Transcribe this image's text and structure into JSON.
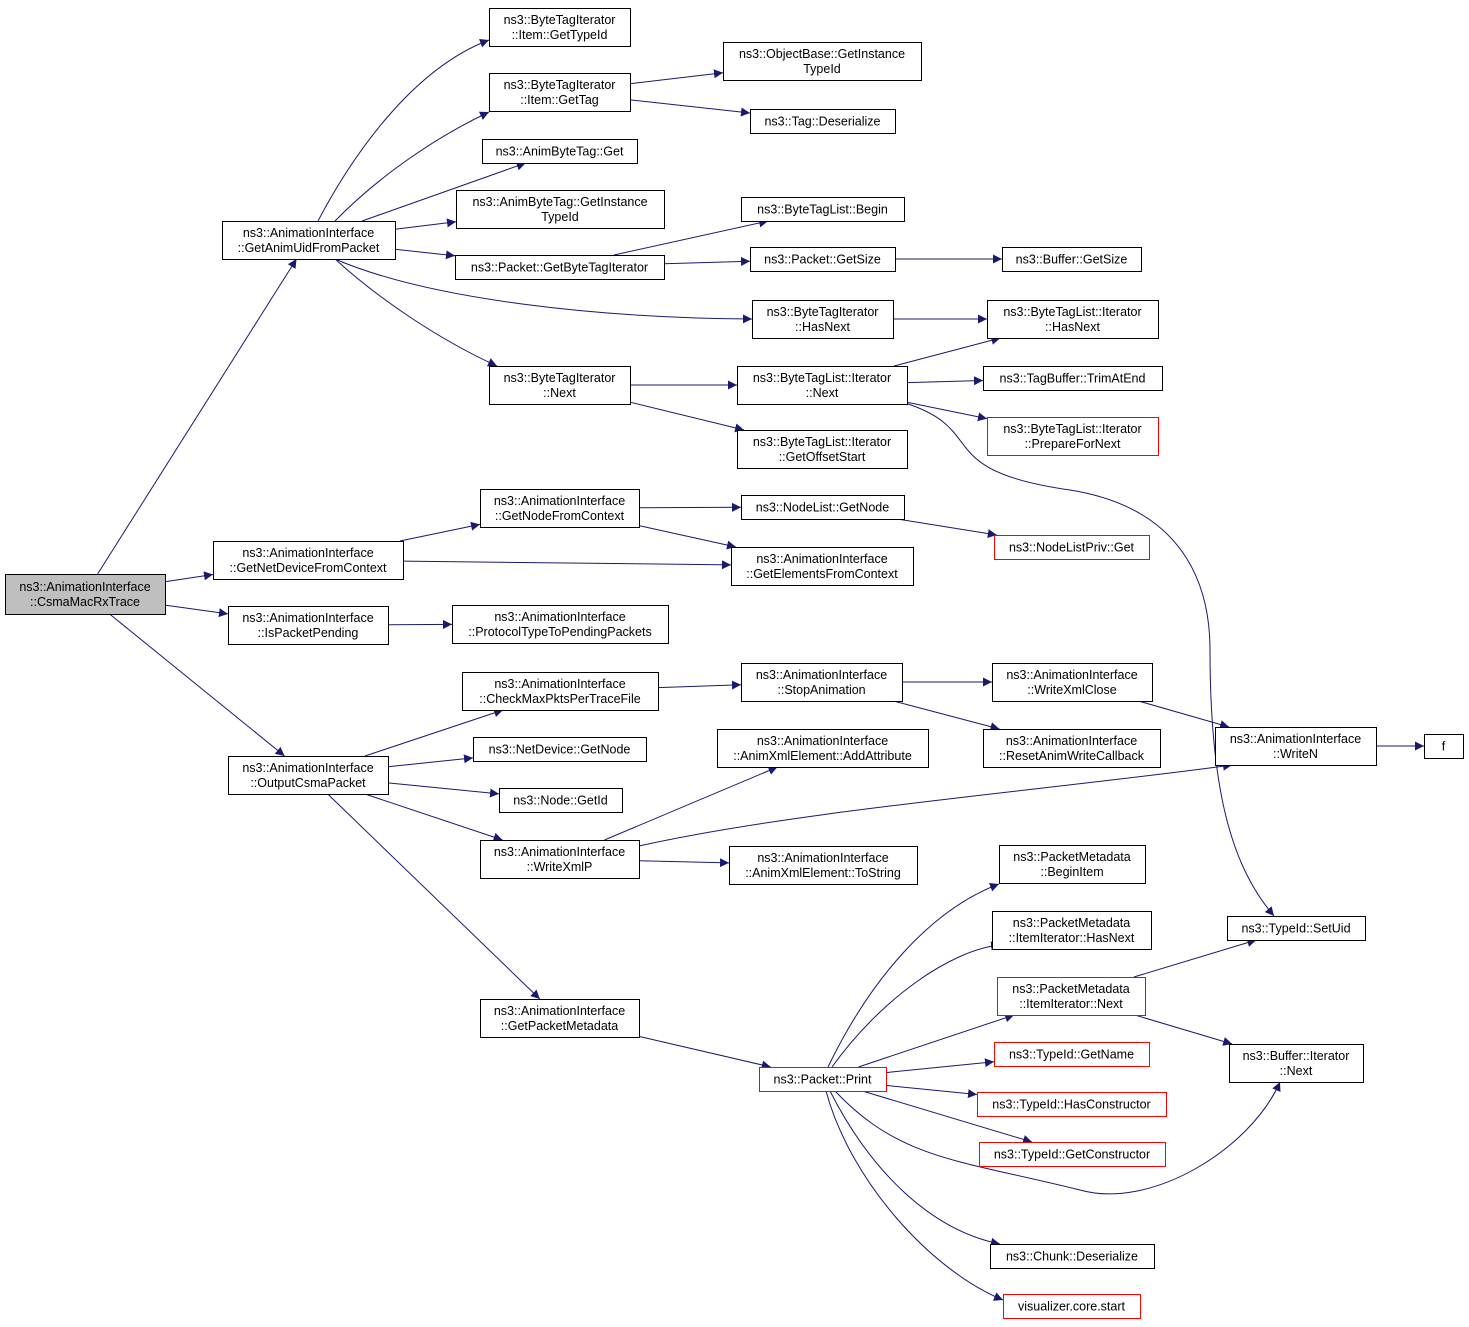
{
  "graph": {
    "edge_color": "#191970",
    "root_fill": "#bfbfbf",
    "truncated_border_color": "#ff0000",
    "nodes": [
      {
        "id": "root",
        "lines": [
          "ns3::AnimationInterface",
          "::CsmaMacRxTrace"
        ],
        "root": true
      },
      {
        "id": "getAnimUid",
        "lines": [
          "ns3::AnimationInterface",
          "::GetAnimUidFromPacket"
        ]
      },
      {
        "id": "getNetDevCtx",
        "lines": [
          "ns3::AnimationInterface",
          "::GetNetDeviceFromContext"
        ]
      },
      {
        "id": "isPending",
        "lines": [
          "ns3::AnimationInterface",
          "::IsPacketPending"
        ]
      },
      {
        "id": "outCsma",
        "lines": [
          "ns3::AnimationInterface",
          "::OutputCsmaPacket"
        ]
      },
      {
        "id": "btiGetTypeId",
        "lines": [
          "ns3::ByteTagIterator",
          "::Item::GetTypeId"
        ]
      },
      {
        "id": "btiGetTag",
        "lines": [
          "ns3::ByteTagIterator",
          "::Item::GetTag"
        ]
      },
      {
        "id": "abtGet",
        "lines": [
          "ns3::AnimByteTag::Get"
        ]
      },
      {
        "id": "abtGetInst",
        "lines": [
          "ns3::AnimByteTag::GetInstance",
          "TypeId"
        ]
      },
      {
        "id": "pktGetBTI",
        "lines": [
          "ns3::Packet::GetByteTagIterator"
        ]
      },
      {
        "id": "btiHasNext",
        "lines": [
          "ns3::ByteTagIterator",
          "::HasNext"
        ]
      },
      {
        "id": "btiNext",
        "lines": [
          "ns3::ByteTagIterator",
          "::Next"
        ]
      },
      {
        "id": "objGetInst",
        "lines": [
          "ns3::ObjectBase::GetInstance",
          "TypeId"
        ]
      },
      {
        "id": "tagDeser",
        "lines": [
          "ns3::Tag::Deserialize"
        ]
      },
      {
        "id": "btlBegin",
        "lines": [
          "ns3::ByteTagList::Begin"
        ]
      },
      {
        "id": "pktGetSize",
        "lines": [
          "ns3::Packet::GetSize"
        ]
      },
      {
        "id": "bufGetSize",
        "lines": [
          "ns3::Buffer::GetSize"
        ]
      },
      {
        "id": "btlItHasNext",
        "lines": [
          "ns3::ByteTagList::Iterator",
          "::HasNext"
        ]
      },
      {
        "id": "btlItNext",
        "lines": [
          "ns3::ByteTagList::Iterator",
          "::Next"
        ]
      },
      {
        "id": "tagBufTrim",
        "lines": [
          "ns3::TagBuffer::TrimAtEnd"
        ]
      },
      {
        "id": "btlPrepNext",
        "lines": [
          "ns3::ByteTagList::Iterator",
          "::PrepareForNext"
        ],
        "truncated": true
      },
      {
        "id": "btlGetOffset",
        "lines": [
          "ns3::ByteTagList::Iterator",
          "::GetOffsetStart"
        ]
      },
      {
        "id": "getNodeCtx",
        "lines": [
          "ns3::AnimationInterface",
          "::GetNodeFromContext"
        ]
      },
      {
        "id": "nlGetNode",
        "lines": [
          "ns3::NodeList::GetNode"
        ]
      },
      {
        "id": "nlPrivGet",
        "lines": [
          "ns3::NodeListPriv::Get"
        ],
        "truncated": true
      },
      {
        "id": "getElemCtx",
        "lines": [
          "ns3::AnimationInterface",
          "::GetElementsFromContext"
        ]
      },
      {
        "id": "protoPending",
        "lines": [
          "ns3::AnimationInterface",
          "::ProtocolTypeToPendingPackets"
        ]
      },
      {
        "id": "checkMax",
        "lines": [
          "ns3::AnimationInterface",
          "::CheckMaxPktsPerTraceFile"
        ]
      },
      {
        "id": "stopAnim",
        "lines": [
          "ns3::AnimationInterface",
          "::StopAnimation"
        ]
      },
      {
        "id": "writeXmlClose",
        "lines": [
          "ns3::AnimationInterface",
          "::WriteXmlClose"
        ]
      },
      {
        "id": "resetCb",
        "lines": [
          "ns3::AnimationInterface",
          "::ResetAnimWriteCallback"
        ]
      },
      {
        "id": "writeN",
        "lines": [
          "ns3::AnimationInterface",
          "::WriteN"
        ]
      },
      {
        "id": "f",
        "lines": [
          "f"
        ]
      },
      {
        "id": "ndGetNode",
        "lines": [
          "ns3::NetDevice::GetNode"
        ]
      },
      {
        "id": "addAttr",
        "lines": [
          "ns3::AnimationInterface",
          "::AnimXmlElement::AddAttribute"
        ]
      },
      {
        "id": "nodeGetId",
        "lines": [
          "ns3::Node::GetId"
        ]
      },
      {
        "id": "writeXmlP",
        "lines": [
          "ns3::AnimationInterface",
          "::WriteXmlP"
        ]
      },
      {
        "id": "toString",
        "lines": [
          "ns3::AnimationInterface",
          "::AnimXmlElement::ToString"
        ]
      },
      {
        "id": "getPktMeta",
        "lines": [
          "ns3::AnimationInterface",
          "::GetPacketMetadata"
        ]
      },
      {
        "id": "pktPrint",
        "lines": [
          "ns3::Packet::Print"
        ],
        "truncated": true
      },
      {
        "id": "pmBeginItem",
        "lines": [
          "ns3::PacketMetadata",
          "::BeginItem"
        ]
      },
      {
        "id": "pmItHasNext",
        "lines": [
          "ns3::PacketMetadata",
          "::ItemIterator::HasNext"
        ]
      },
      {
        "id": "pmItNext",
        "lines": [
          "ns3::PacketMetadata",
          "::ItemIterator::Next"
        ],
        "truncated": true
      },
      {
        "id": "tidSetUid",
        "lines": [
          "ns3::TypeId::SetUid"
        ]
      },
      {
        "id": "tidGetName",
        "lines": [
          "ns3::TypeId::GetName"
        ],
        "truncated": true
      },
      {
        "id": "tidHasCtor",
        "lines": [
          "ns3::TypeId::HasConstructor"
        ],
        "truncated": true
      },
      {
        "id": "tidGetCtor",
        "lines": [
          "ns3::TypeId::GetConstructor"
        ],
        "truncated": true
      },
      {
        "id": "bufItNext",
        "lines": [
          "ns3::Buffer::Iterator",
          "::Next"
        ]
      },
      {
        "id": "chunkDeser",
        "lines": [
          "ns3::Chunk::Deserialize"
        ]
      },
      {
        "id": "visStart",
        "lines": [
          "visualizer.core.start"
        ],
        "truncated": true
      }
    ],
    "edges": [
      [
        "root",
        "getAnimUid"
      ],
      [
        "root",
        "getNetDevCtx"
      ],
      [
        "root",
        "isPending"
      ],
      [
        "root",
        "outCsma"
      ],
      [
        "getAnimUid",
        "btiGetTypeId"
      ],
      [
        "getAnimUid",
        "btiGetTag"
      ],
      [
        "getAnimUid",
        "abtGet"
      ],
      [
        "getAnimUid",
        "abtGetInst"
      ],
      [
        "getAnimUid",
        "pktGetBTI"
      ],
      [
        "getAnimUid",
        "btiHasNext"
      ],
      [
        "getAnimUid",
        "btiNext"
      ],
      [
        "btiGetTag",
        "objGetInst"
      ],
      [
        "btiGetTag",
        "tagDeser"
      ],
      [
        "pktGetBTI",
        "btlBegin"
      ],
      [
        "pktGetBTI",
        "pktGetSize"
      ],
      [
        "pktGetSize",
        "bufGetSize"
      ],
      [
        "btiHasNext",
        "btlItHasNext"
      ],
      [
        "btiNext",
        "btlItNext"
      ],
      [
        "btiNext",
        "btlGetOffset"
      ],
      [
        "btlItNext",
        "btlItHasNext"
      ],
      [
        "btlItNext",
        "tagBufTrim"
      ],
      [
        "btlItNext",
        "btlPrepNext"
      ],
      [
        "btlItNext",
        "tidSetUid"
      ],
      [
        "getNetDevCtx",
        "getNodeCtx"
      ],
      [
        "getNetDevCtx",
        "getElemCtx"
      ],
      [
        "getNodeCtx",
        "nlGetNode"
      ],
      [
        "getNodeCtx",
        "getElemCtx"
      ],
      [
        "nlGetNode",
        "nlPrivGet"
      ],
      [
        "isPending",
        "protoPending"
      ],
      [
        "outCsma",
        "checkMax"
      ],
      [
        "outCsma",
        "ndGetNode"
      ],
      [
        "outCsma",
        "nodeGetId"
      ],
      [
        "outCsma",
        "writeXmlP"
      ],
      [
        "outCsma",
        "getPktMeta"
      ],
      [
        "checkMax",
        "stopAnim"
      ],
      [
        "stopAnim",
        "writeXmlClose"
      ],
      [
        "stopAnim",
        "resetCb"
      ],
      [
        "writeXmlClose",
        "writeN"
      ],
      [
        "writeN",
        "f"
      ],
      [
        "writeXmlP",
        "addAttr"
      ],
      [
        "writeXmlP",
        "writeN"
      ],
      [
        "writeXmlP",
        "toString"
      ],
      [
        "getPktMeta",
        "pktPrint"
      ],
      [
        "pktPrint",
        "pmBeginItem"
      ],
      [
        "pktPrint",
        "pmItHasNext"
      ],
      [
        "pktPrint",
        "pmItNext"
      ],
      [
        "pktPrint",
        "tidGetName"
      ],
      [
        "pktPrint",
        "tidHasCtor"
      ],
      [
        "pktPrint",
        "tidGetCtor"
      ],
      [
        "pktPrint",
        "bufItNext"
      ],
      [
        "pktPrint",
        "chunkDeser"
      ],
      [
        "pktPrint",
        "visStart"
      ],
      [
        "pmItNext",
        "tidSetUid"
      ],
      [
        "pmItNext",
        "bufItNext"
      ]
    ]
  }
}
